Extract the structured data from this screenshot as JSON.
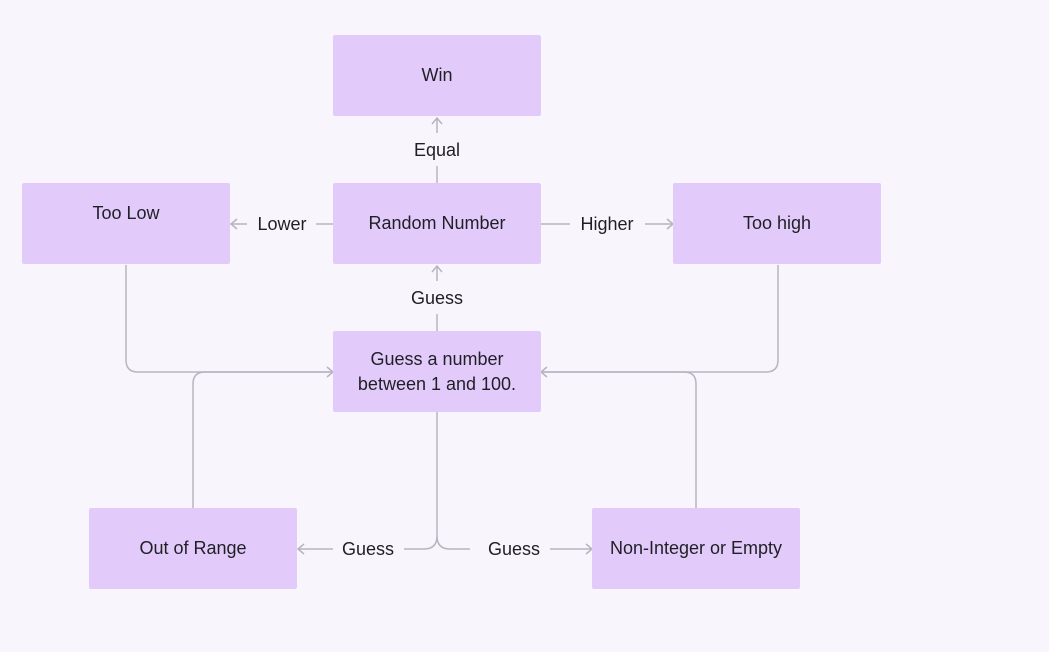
{
  "diagram": {
    "nodes": {
      "win": "Win",
      "random_number": "Random Number",
      "too_low": "Too Low",
      "too_high": "Too high",
      "guess_prompt": "Guess a number between 1 and 100.",
      "out_of_range": "Out of Range",
      "non_integer": "Non-Integer or Empty"
    },
    "edge_labels": {
      "equal": "Equal",
      "lower": "Lower",
      "higher": "Higher",
      "guess_up": "Guess",
      "guess_left": "Guess",
      "guess_right": "Guess"
    }
  },
  "colors": {
    "background": "#f8f6fc",
    "node_fill": "#e2cbfb",
    "connector": "#b8b3c2",
    "text": "#1f1f24"
  }
}
